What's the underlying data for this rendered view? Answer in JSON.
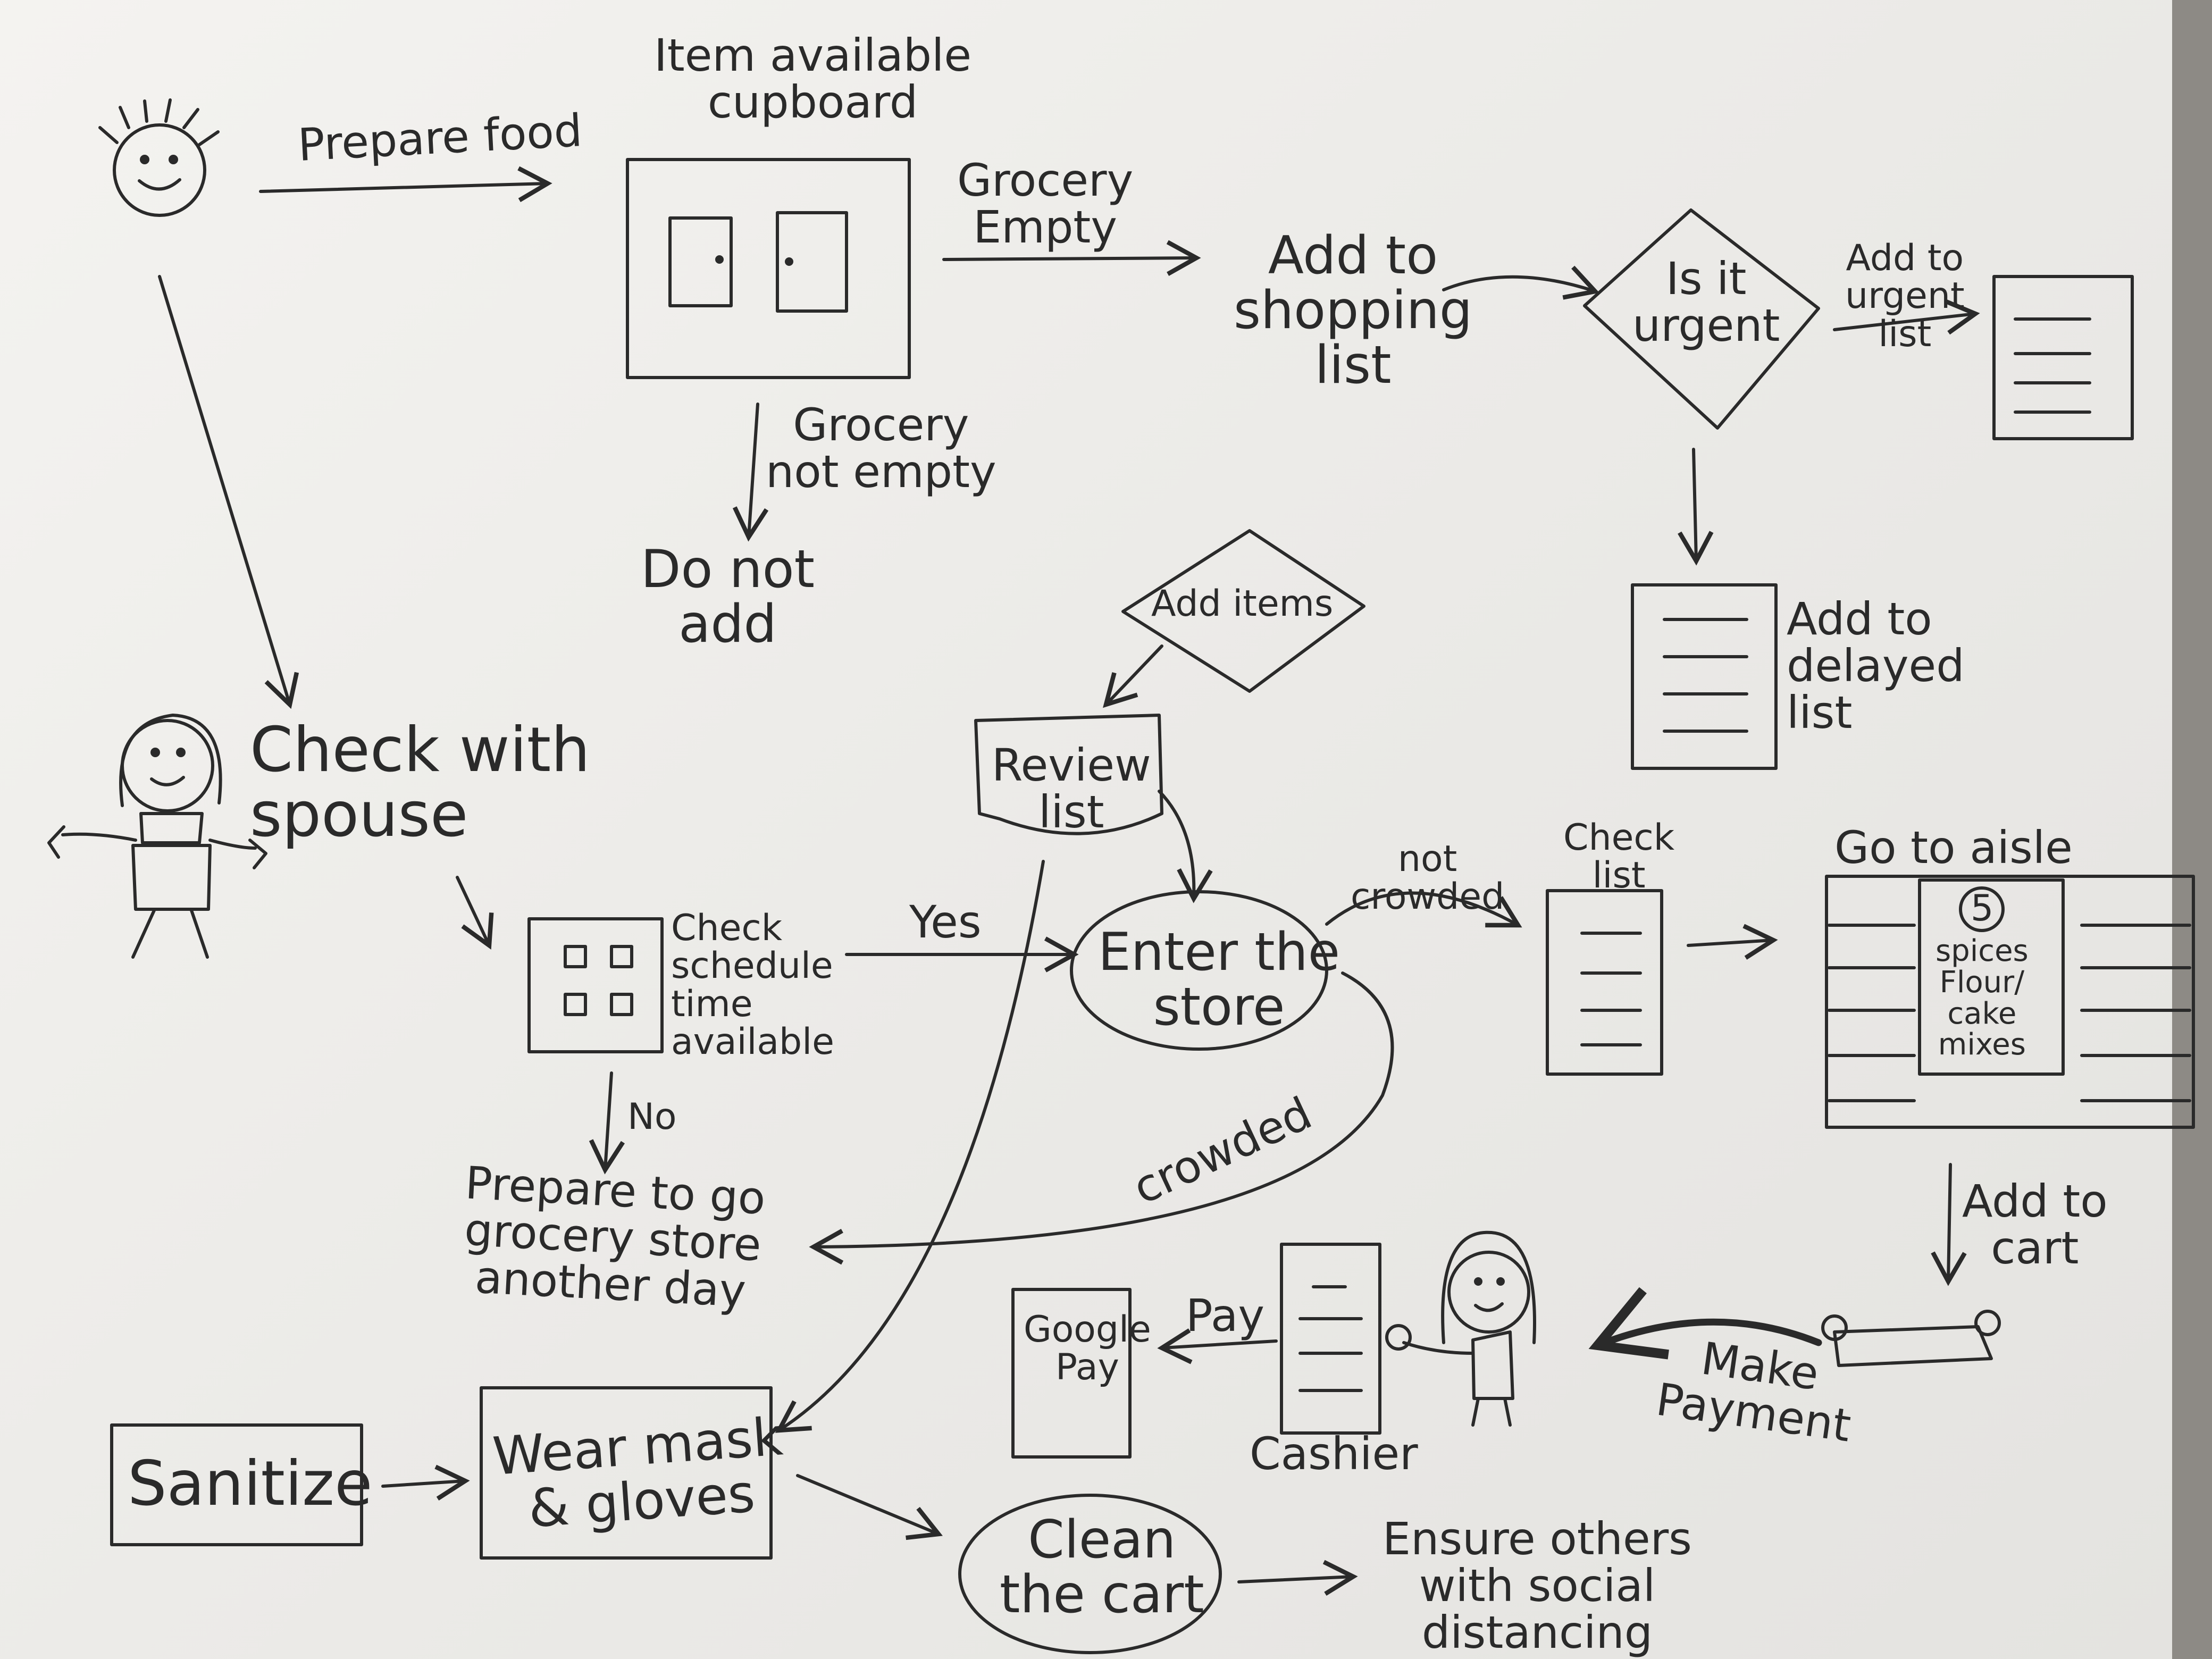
{
  "labels": {
    "prepare_food": "Prepare food",
    "item_available": "Item available\ncupboard",
    "grocery_empty": "Grocery\nEmpty",
    "add_to_shopping": "Add to\nshopping\nlist",
    "is_it_urgent": "Is it\nurgent",
    "add_to_urgent": "Add to\nurgent\nlist",
    "grocery_not_empty": "Grocery\nnot empty",
    "do_not_add": "Do not\nadd",
    "add_to_delayed": "Add to\ndelayed\nlist",
    "add_items": "Add items",
    "check_with_spouse": "Check with\nspouse",
    "review_list": "Review\nlist",
    "check_schedule": "Check\nschedule\ntime\navailable",
    "yes": "Yes",
    "enter_the_store": "Enter the\nstore",
    "not_crowded": "not\ncrowded",
    "check_list": "Check\nlist",
    "go_to_aisle": "Go to aisle",
    "aisle_number": "5",
    "aisle_items": "spices\nFlour/\ncake\nmixes",
    "no": "No",
    "crowded": "crowded",
    "prepare_another_day": "Prepare to go\ngrocery store\nanother day",
    "add_to_cart": "Add to\ncart",
    "google_pay": "Google\nPay",
    "pay": "Pay",
    "make_payment": "Make\nPayment",
    "cashier": "Cashier",
    "sanitize": "Sanitize",
    "wear_mask": "Wear mask\n& gloves",
    "clean_the_cart": "Clean\nthe cart",
    "ensure_others": "Ensure others\nwith social\ndistancing"
  },
  "colors": {
    "ink": "#2a2a2a",
    "paper": "#efeeeb",
    "carpet": "#8d8a85"
  }
}
